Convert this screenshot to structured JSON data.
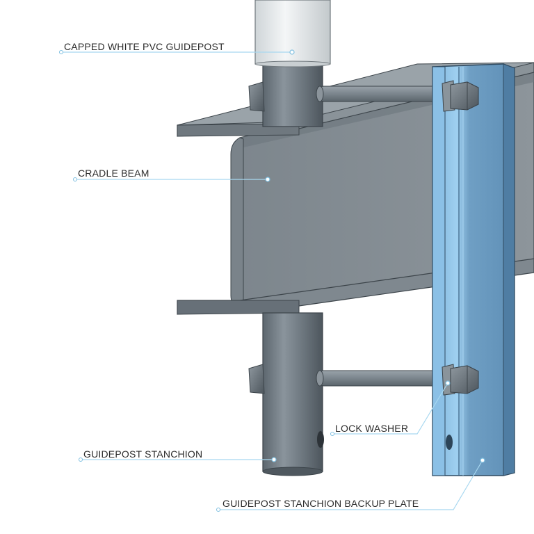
{
  "labels": {
    "pvc_guidepost": "CAPPED WHITE PVC GUIDEPOST",
    "cradle_beam": "CRADLE BEAM",
    "lock_washer": "LOCK WASHER",
    "guidepost_stanchion": "GUIDEPOST STANCHION",
    "backup_plate": "GUIDEPOST STANCHION BACKUP PLATE"
  },
  "colors": {
    "background": "#ffffff",
    "steel": "#7c8790",
    "steel_dark": "#56616a",
    "beam_face": "#858e95",
    "plate_blue": "#6b9ec6",
    "plate_blue_light": "#8fc0e4",
    "pvc_white": "#e9edef",
    "leader_line": "#9fd2ee"
  }
}
